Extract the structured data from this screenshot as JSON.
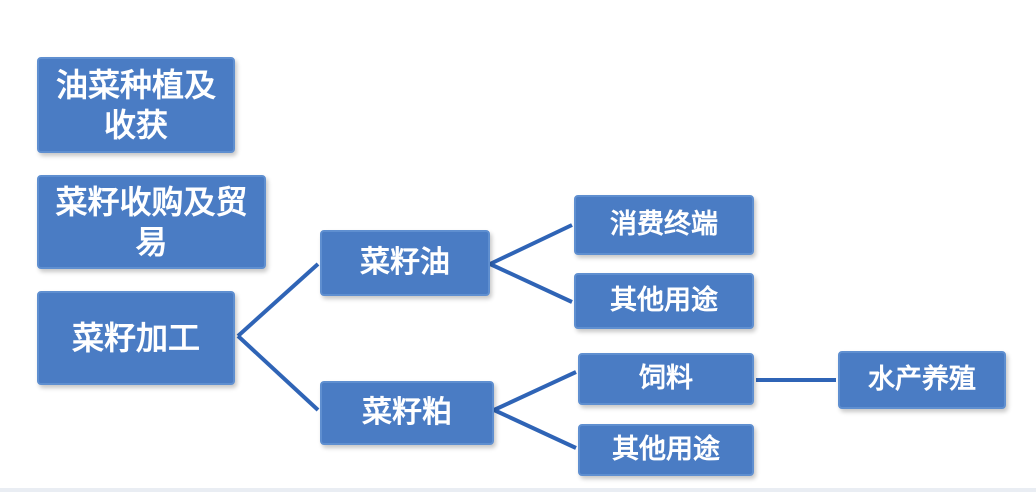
{
  "diagram": {
    "nodes": {
      "planting": "油菜种植及收获",
      "trade": "菜籽收购及贸易",
      "processing": "菜籽加工",
      "oil": "菜籽油",
      "meal": "菜籽粕",
      "consumer_end": "消费终端",
      "oil_other_use": "其他用途",
      "feed": "饲料",
      "meal_other_use": "其他用途",
      "aquaculture": "水产养殖"
    },
    "colors": {
      "node_fill": "#4a7cc4",
      "node_border": "#5f8fd0",
      "connector": "#2f64b6",
      "text": "#ffffff"
    }
  }
}
